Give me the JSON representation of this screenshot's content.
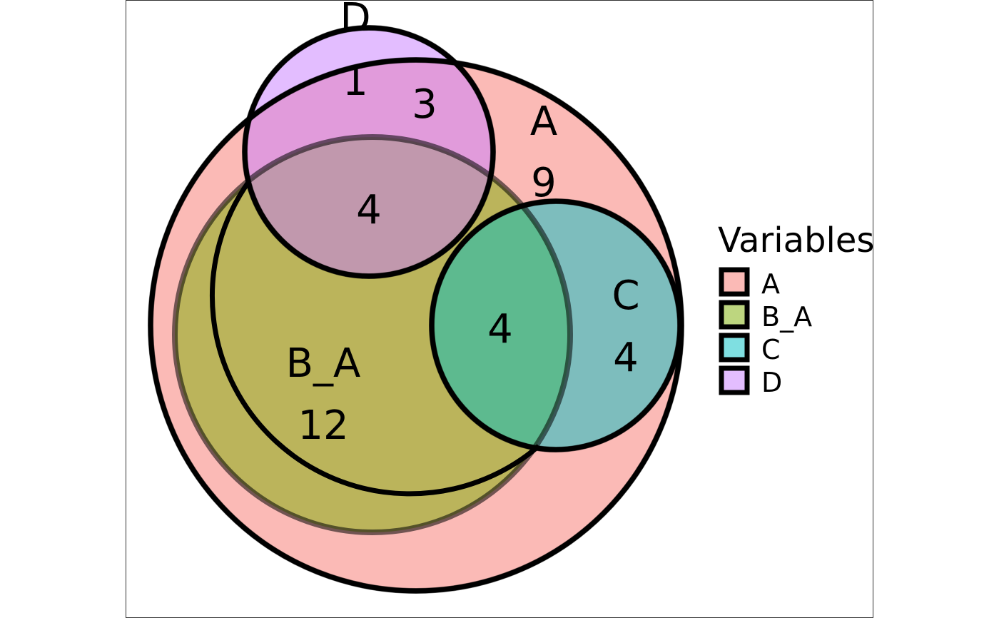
{
  "legend": {
    "title": "Variables",
    "items": [
      {
        "label": "A",
        "color": "#F8766D"
      },
      {
        "label": "B_A",
        "color": "#7CAE00"
      },
      {
        "label": "C",
        "color": "#00BFC4"
      },
      {
        "label": "D",
        "color": "#C77CFF"
      }
    ]
  },
  "sets": [
    {
      "name": "A",
      "color": "#F8766D"
    },
    {
      "name": "B_A",
      "color": "#7CAE00"
    },
    {
      "name": "C",
      "color": "#00BFC4"
    },
    {
      "name": "D",
      "color": "#C77CFF"
    }
  ],
  "set_labels": {
    "A": "A",
    "B_A": "B_A",
    "C": "C",
    "D": "D"
  },
  "region_counts": {
    "D_only": "1",
    "A_D": "3",
    "A_only": "9",
    "A_B_D": "4",
    "A_B_C": "4",
    "A_B": "12",
    "A_C": "4"
  }
}
